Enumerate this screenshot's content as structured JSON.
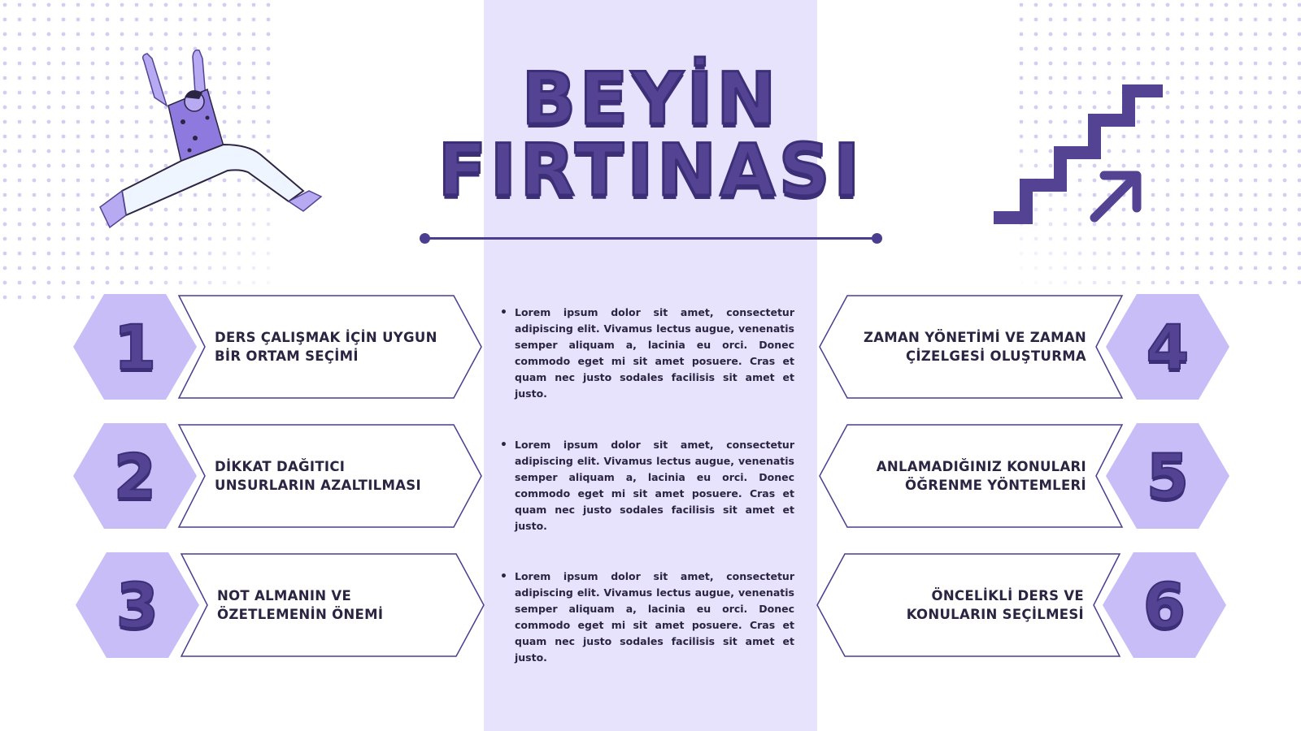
{
  "slide": {
    "title_line1": "BEYİN",
    "title_line2": "FIRTINASI"
  },
  "steps_left": [
    {
      "number": "1",
      "label": "DERS ÇALIŞMAK İÇİN UYGUN\nBİR ORTAM SEÇİMİ"
    },
    {
      "number": "2",
      "label": "DİKKAT DAĞITICI\nUNSURLARIN AZALTILMASI"
    },
    {
      "number": "3",
      "label": "NOT ALMANIN VE\nÖZETLEMENİN ÖNEMİ"
    }
  ],
  "steps_right": [
    {
      "number": "4",
      "label": "ZAMAN YÖNETİMİ VE ZAMAN\nÇİZELGESİ OLUŞTURMA"
    },
    {
      "number": "5",
      "label": "ANLAMADIĞINIZ KONULARI\nÖĞRENME YÖNTEMLERİ"
    },
    {
      "number": "6",
      "label": "ÖNCELİKLİ DERS VE\nKONULARIN SEÇİLMESİ"
    }
  ],
  "paragraphs": [
    {
      "text": "Lorem ipsum dolor sit amet, consectetur adipiscing elit. Vivamus lectus augue, venenatis semper aliquam a, lacinia eu orci. Donec commodo eget mi sit amet posuere. Cras et quam nec justo sodales facilisis sit amet et justo."
    },
    {
      "text": "Lorem ipsum dolor sit amet, consectetur adipiscing elit. Vivamus lectus augue, venenatis semper aliquam a, lacinia eu orci. Donec commodo eget mi sit amet posuere. Cras et quam nec justo sodales facilisis sit amet et justo."
    },
    {
      "text": "Lorem ipsum dolor sit amet, consectetur adipiscing elit. Vivamus lectus augue, venenatis semper aliquam a, lacinia eu orci. Donec commodo eget mi sit amet posuere. Cras et quam nec justo sodales facilisis sit amet et justo."
    }
  ],
  "illustrations": [
    "jumping-person-illustration",
    "stairs-up-arrow-icon"
  ],
  "colors": {
    "primary": "#544392",
    "hexagon": "#c9bdf8",
    "center_band": "#e8e3fc",
    "dots": "#d3ccf3",
    "text": "#2b2442"
  }
}
